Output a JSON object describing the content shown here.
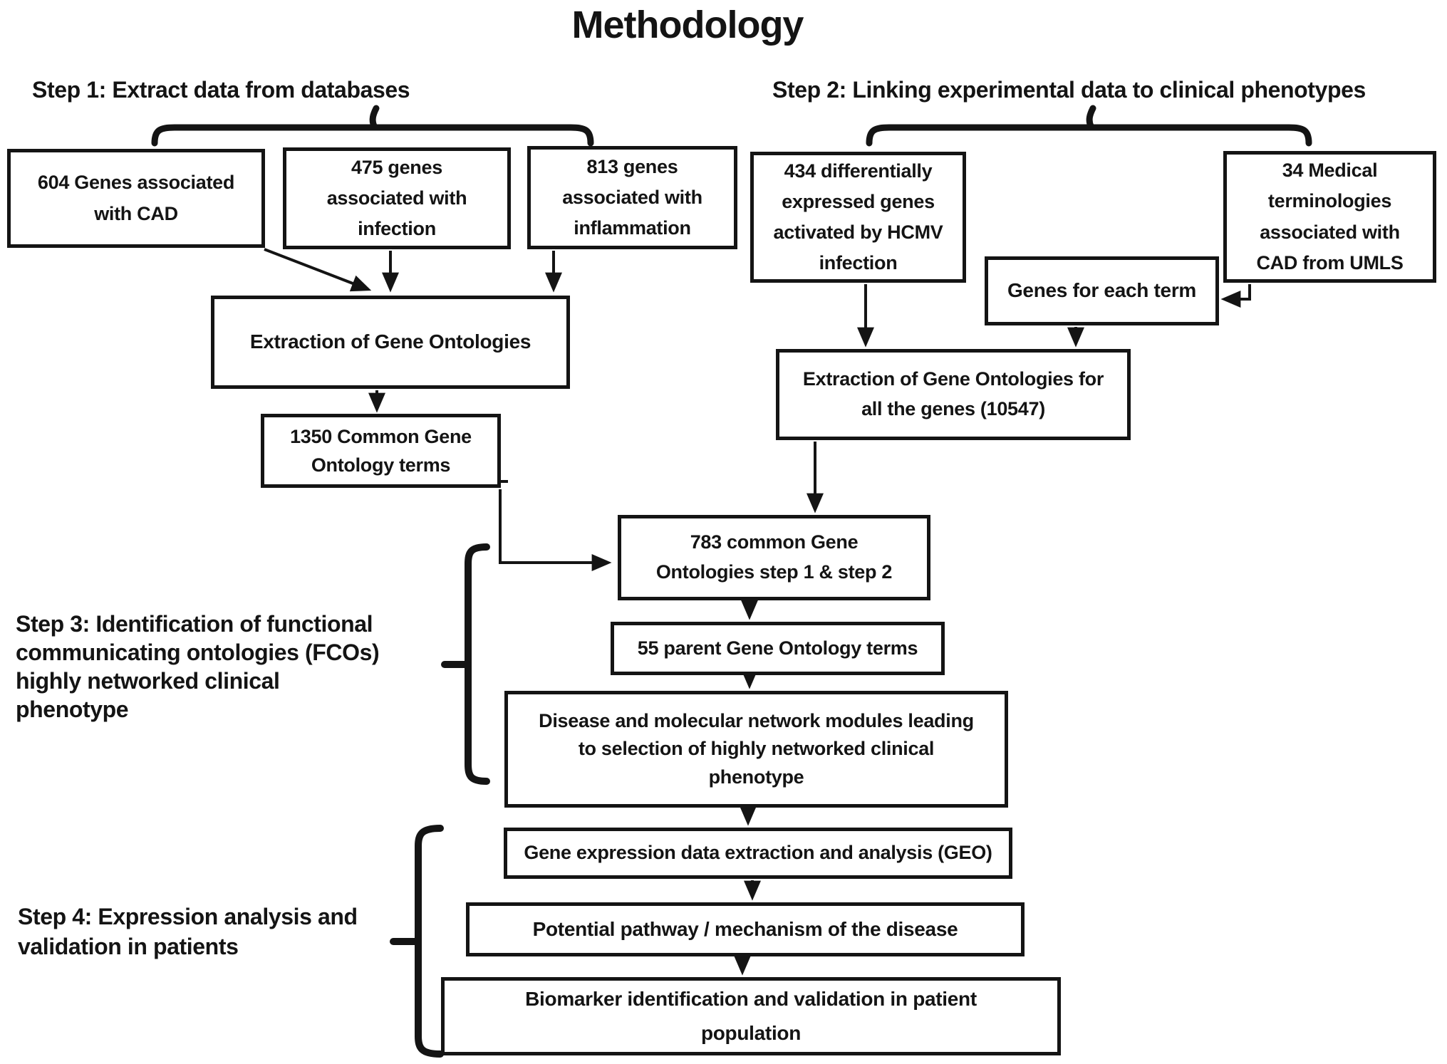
{
  "title": "Methodology",
  "colors": {
    "ink": "#141414",
    "background": "#ffffff"
  },
  "step_labels": {
    "step1": "Step 1: Extract data from databases",
    "step2": "Step 2: Linking experimental data to clinical phenotypes",
    "step3": "Step 3: Identification of functional\ncommunicating ontologies (FCOs)\nhighly networked clinical\nphenotype",
    "step4": "Step 4: Expression analysis and\nvalidation in patients"
  },
  "boxes": {
    "genes_cad": {
      "text": "604 Genes associated\nwith CAD"
    },
    "genes_infection": {
      "text": "475 genes\nassociated with\ninfection"
    },
    "genes_inflammation": {
      "text": "813 genes\nassociated with\ninflammation"
    },
    "hcmv_genes": {
      "text": "434 differentially\nexpressed genes\nactivated by HCMV\ninfection"
    },
    "umls_terms": {
      "text": "34 Medical\nterminologies\nassociated with\nCAD from UMLS"
    },
    "genes_each_term": {
      "text": "Genes for each term"
    },
    "extraction_go": {
      "text": "Extraction of Gene Ontologies"
    },
    "common_1350": {
      "text": "1350 Common Gene\nOntology terms"
    },
    "extraction_go_all": {
      "text": "Extraction of  Gene Ontologies for\nall the genes (10547)"
    },
    "common_783": {
      "text": "783 common Gene\nOntologies step 1 & step 2"
    },
    "parent_55": {
      "text": "55 parent Gene Ontology terms"
    },
    "disease_modules": {
      "text": "Disease and molecular network modules leading\nto selection of highly networked clinical\nphenotype"
    },
    "geo_analysis": {
      "text": "Gene expression data extraction and analysis (GEO)"
    },
    "pathway": {
      "text": "Potential pathway / mechanism of the disease"
    },
    "biomarker": {
      "text": "Biomarker identification and validation in patient\npopulation"
    }
  }
}
